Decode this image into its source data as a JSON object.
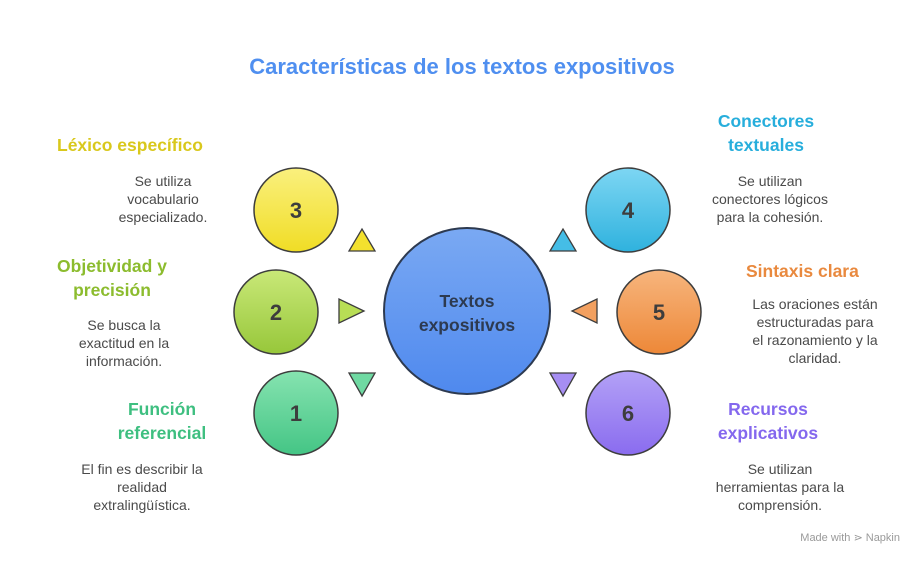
{
  "title": "Características de los textos expositivos",
  "center": {
    "line1": "Textos",
    "line2": "expositivos"
  },
  "colors": {
    "title": "#4f8ff0",
    "center_fill": "#5b95f0",
    "c1": "#4cc98a",
    "c2": "#9ac93a",
    "c3": "#f3e12e",
    "c4": "#2eb3e0",
    "c5": "#ee8a3d",
    "c6": "#8c6ff0"
  },
  "items": [
    {
      "number": "1",
      "heading_line1": "Función",
      "heading_line2": "referencial",
      "desc_lines": [
        "El fin es describir la",
        "realidad",
        "extralingüística."
      ]
    },
    {
      "number": "2",
      "heading_line1": "Objetividad y",
      "heading_line2": "precisión",
      "desc_lines": [
        "Se busca la",
        "exactitud en la",
        "información."
      ]
    },
    {
      "number": "3",
      "heading_line1": "Léxico específico",
      "heading_line2": "",
      "desc_lines": [
        "Se utiliza",
        "vocabulario",
        "especializado."
      ]
    },
    {
      "number": "4",
      "heading_line1": "Conectores",
      "heading_line2": "textuales",
      "desc_lines": [
        "Se utilizan",
        "conectores lógicos",
        "para la cohesión."
      ]
    },
    {
      "number": "5",
      "heading_line1": "Sintaxis clara",
      "heading_line2": "",
      "desc_lines": [
        "Las oraciones están",
        "estructuradas para",
        "el razonamiento y la",
        "claridad."
      ]
    },
    {
      "number": "6",
      "heading_line1": "Recursos",
      "heading_line2": "explicativos",
      "desc_lines": [
        "Se utilizan",
        "herramientas para la",
        "comprensión."
      ]
    }
  ],
  "footer": "Made with ⋗ Napkin"
}
